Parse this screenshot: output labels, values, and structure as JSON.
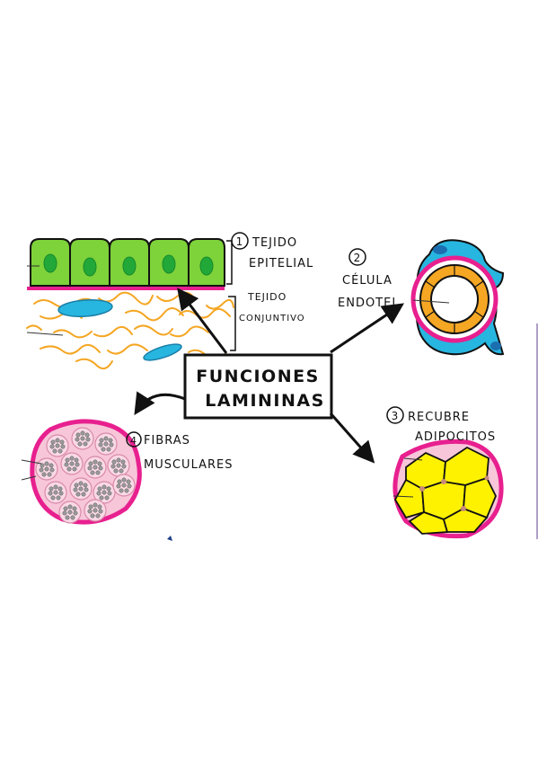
{
  "center": {
    "line1": "FUNCIONES",
    "line2": "LAMININAS"
  },
  "nodes": {
    "epitelial": {
      "number": "1",
      "line1": "TEJIDO",
      "line2": "EPITELIAL"
    },
    "conjuntivo": {
      "line1": "TEJIDO",
      "line2": "CONJUNTIVO"
    },
    "endotel": {
      "number": "2",
      "line1": "CÉLULA",
      "line2": "ENDOTEL."
    },
    "adipocitos": {
      "number": "3",
      "line1": "RECUBRE",
      "line2": "ADIPOCITOS"
    },
    "musculares": {
      "number": "4",
      "line1": "FIBRAS",
      "line2": "MUSCULARES"
    }
  },
  "colors": {
    "basal_lamina": "#e8208f",
    "epithelium_fill": "#7ed23a",
    "nucleus_green": "#22a838",
    "fiber_orange": "#f5a623",
    "cyan_cell": "#27b6e0",
    "fat_yellow": "#fff200",
    "muscle_pink": "#f7c6d9",
    "muscle_dot": "#9a9a9a"
  }
}
